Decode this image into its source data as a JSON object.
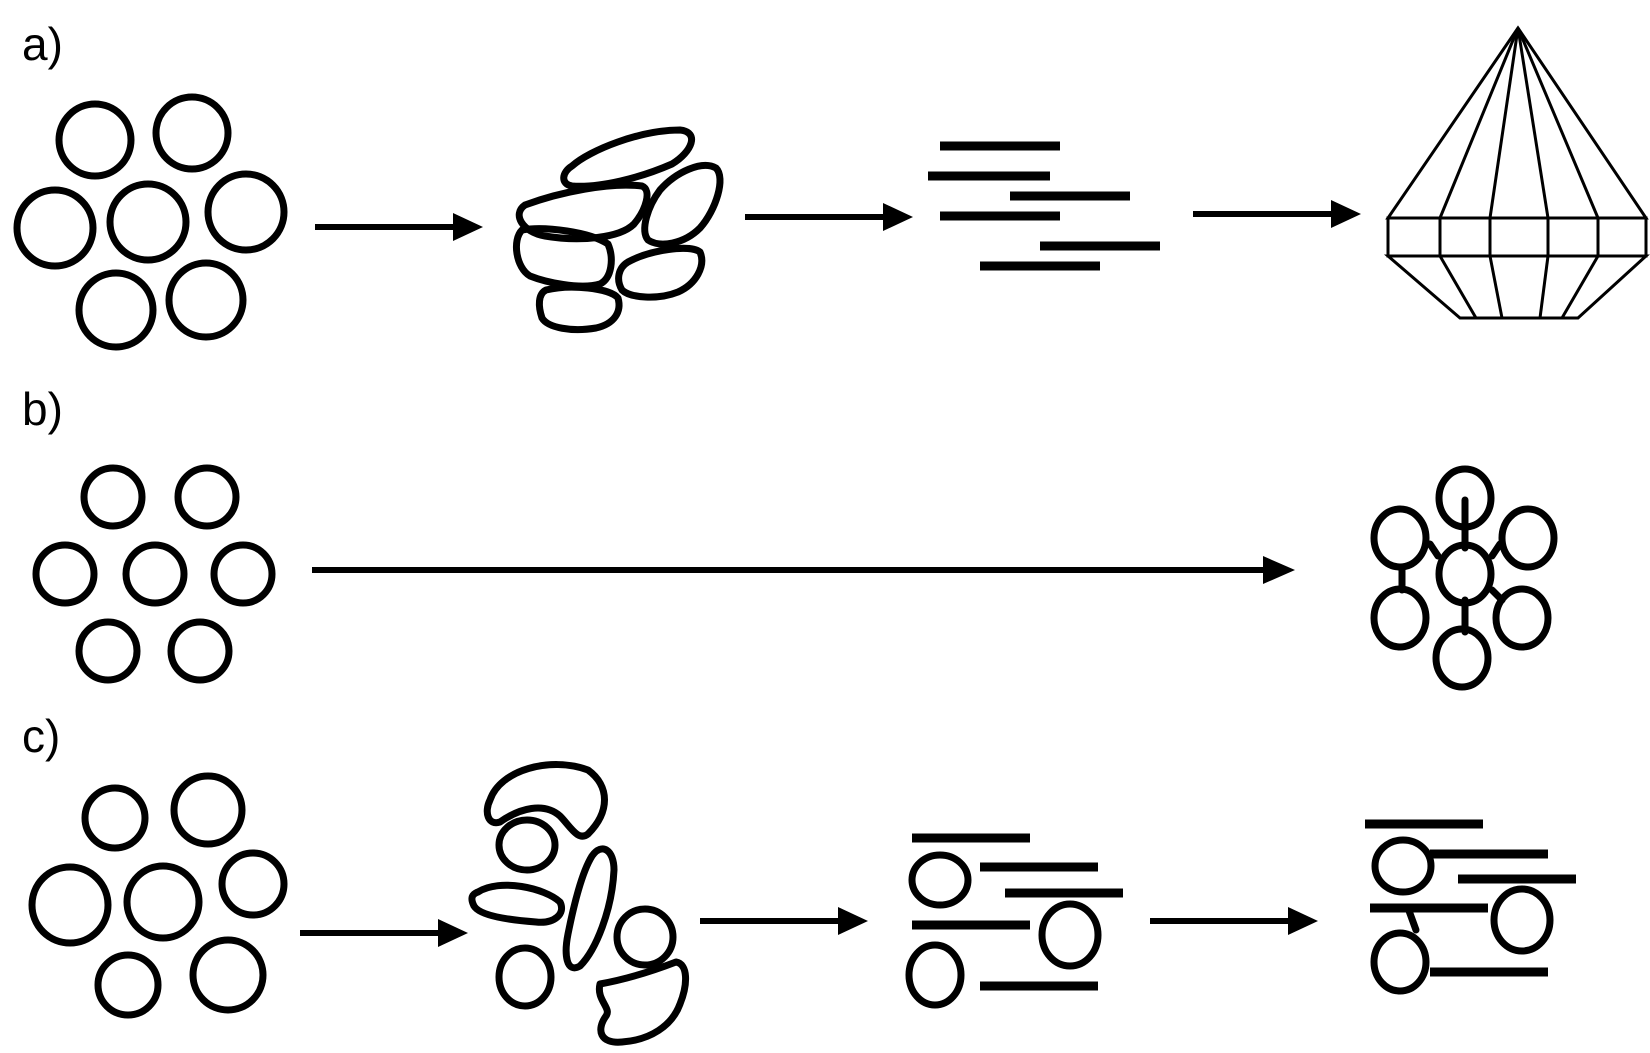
{
  "panels": {
    "a": {
      "label": "a)"
    },
    "b": {
      "label": "b)"
    },
    "c": {
      "label": "c)"
    }
  },
  "colors": {
    "ink": "#000000",
    "background": "#ffffff"
  }
}
